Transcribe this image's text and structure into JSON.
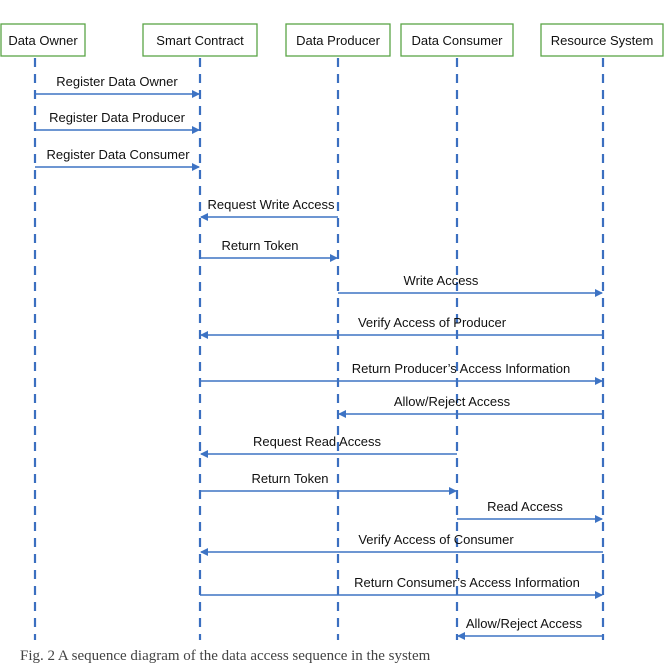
{
  "theme": {
    "actor_border": "#5aa546",
    "lifeline": "#3b6fc0",
    "arrow": "#3d73c4",
    "text": "#111111"
  },
  "actors": [
    {
      "id": "owner",
      "label": "Data Owner"
    },
    {
      "id": "contract",
      "label": "Smart Contract"
    },
    {
      "id": "producer",
      "label": "Data Producer"
    },
    {
      "id": "consumer",
      "label": "Data Consumer"
    },
    {
      "id": "resource",
      "label": "Resource System"
    }
  ],
  "messages": [
    {
      "from": "owner",
      "to": "contract",
      "label": "Register Data Owner"
    },
    {
      "from": "owner",
      "to": "contract",
      "label": "Register Data Producer"
    },
    {
      "from": "owner",
      "to": "contract",
      "label": "Register Data Consumer"
    },
    {
      "from": "producer",
      "to": "contract",
      "label": "Request Write Access"
    },
    {
      "from": "contract",
      "to": "producer",
      "label": "Return Token"
    },
    {
      "from": "producer",
      "to": "resource",
      "label": "Write Access"
    },
    {
      "from": "resource",
      "to": "contract",
      "label": "Verify Access of Producer"
    },
    {
      "from": "contract",
      "to": "resource",
      "label": "Return Producer’s Access Information"
    },
    {
      "from": "resource",
      "to": "producer",
      "label": "Allow/Reject Access"
    },
    {
      "from": "consumer",
      "to": "contract",
      "label": "Request Read Access"
    },
    {
      "from": "contract",
      "to": "consumer",
      "label": "Return Token"
    },
    {
      "from": "consumer",
      "to": "resource",
      "label": "Read Access"
    },
    {
      "from": "resource",
      "to": "contract",
      "label": "Verify Access of Consumer"
    },
    {
      "from": "contract",
      "to": "resource",
      "label": "Return Consumer’s Access Information"
    },
    {
      "from": "resource",
      "to": "consumer",
      "label": "Allow/Reject Access"
    }
  ],
  "caption": "Fig. 2 A sequence diagram of the data access sequence in the system"
}
